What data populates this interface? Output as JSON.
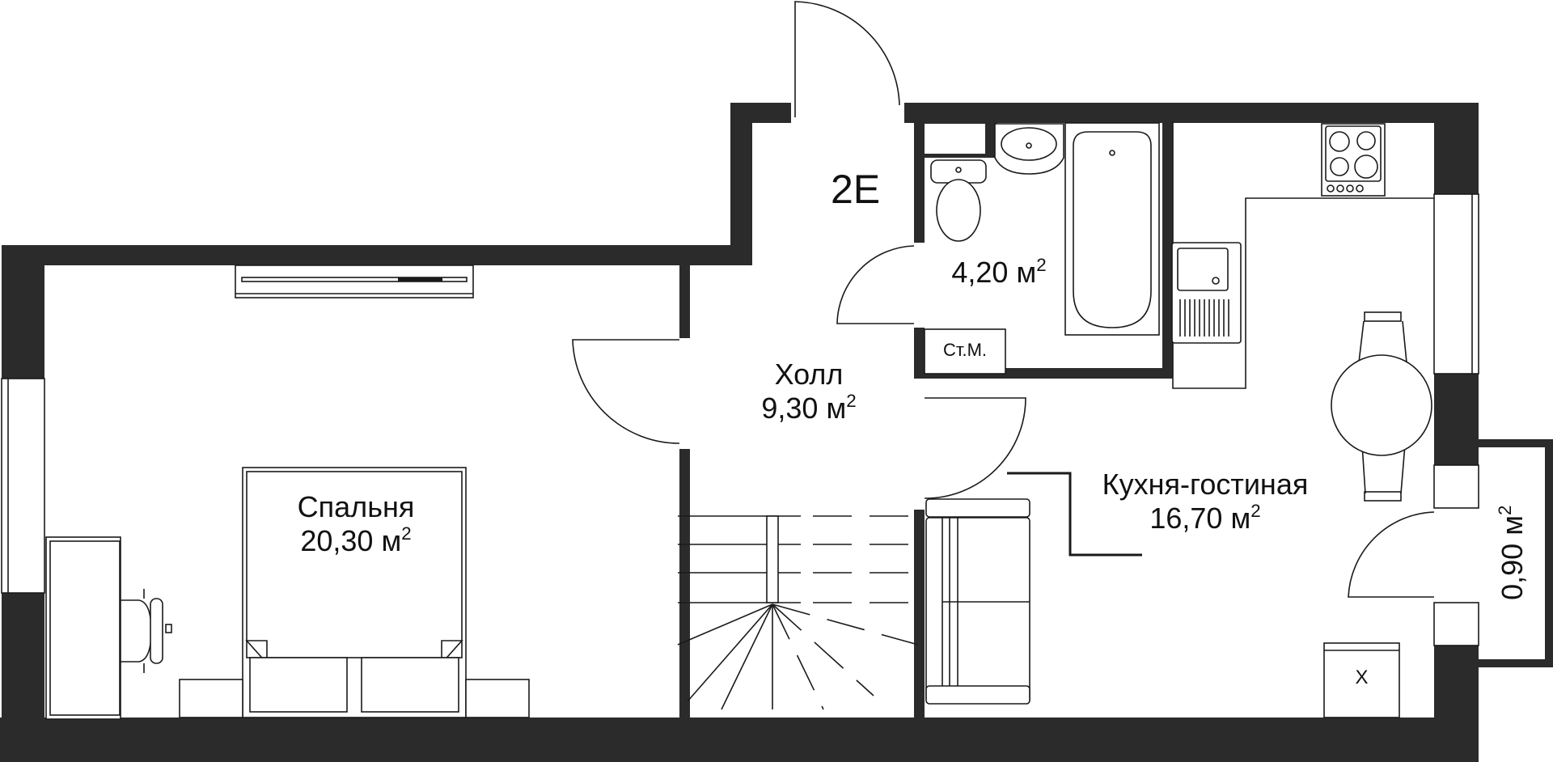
{
  "plan": {
    "unit_code": "2E",
    "colors": {
      "wall": "#2b2b2b",
      "line": "#1a1a1a",
      "background": "#ffffff"
    },
    "rooms": [
      {
        "id": "bedroom",
        "name": "Спальня",
        "area": "20,30",
        "unit": "м",
        "unit_power": "2"
      },
      {
        "id": "hall",
        "name": "Холл",
        "area": "9,30",
        "unit": "м",
        "unit_power": "2"
      },
      {
        "id": "bathroom",
        "name": "",
        "area": "4,20",
        "unit": "м",
        "unit_power": "2"
      },
      {
        "id": "kitchen",
        "name": "Кухня-гостиная",
        "area": "16,70",
        "unit": "м",
        "unit_power": "2"
      },
      {
        "id": "balcony",
        "name": "",
        "area": "0,90",
        "unit": "м",
        "unit_power": "2"
      }
    ],
    "fixtures": {
      "washing_machine": "Ст.М.",
      "fridge": "Х"
    }
  }
}
